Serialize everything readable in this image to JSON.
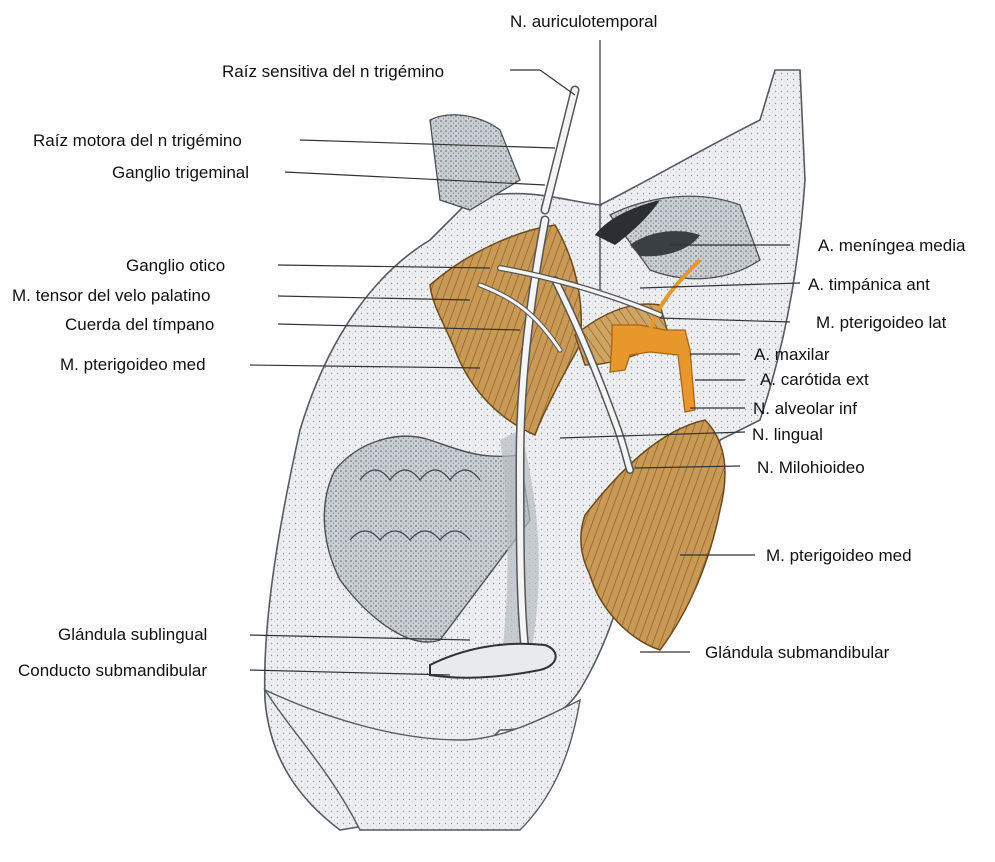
{
  "diagram": {
    "labels_left": [
      {
        "id": "raiz-sensitiva",
        "text": "Raíz sensitiva del n trigémino"
      },
      {
        "id": "raiz-motora",
        "text": "Raíz motora del n trigémino"
      },
      {
        "id": "ganglio-trigeminal",
        "text": "Ganglio trigeminal"
      },
      {
        "id": "ganglio-otico",
        "text": "Ganglio otico"
      },
      {
        "id": "tensor-velo",
        "text": "M. tensor del velo palatino"
      },
      {
        "id": "cuerda-timpano",
        "text": "Cuerda del tímpano"
      },
      {
        "id": "pterigoideo-med-left",
        "text": "M. pterigoideo med"
      },
      {
        "id": "glandula-sublingual",
        "text": "Glándula sublingual"
      },
      {
        "id": "conducto-submandibular",
        "text": "Conducto submandibular"
      }
    ],
    "label_top": {
      "id": "auriculotemporal",
      "text": "N. auriculotemporal"
    },
    "labels_right": [
      {
        "id": "meningea-media",
        "text": "A. meníngea media"
      },
      {
        "id": "timpanica-ant",
        "text": "A. timpánica ant"
      },
      {
        "id": "pterigoideo-lat",
        "text": "M. pterigoideo lat"
      },
      {
        "id": "maxilar",
        "text": "A. maxilar"
      },
      {
        "id": "carotida-ext",
        "text": "A. carótida ext"
      },
      {
        "id": "alveolar-inf",
        "text": "N. alveolar inf"
      },
      {
        "id": "lingual",
        "text": "N. lingual"
      },
      {
        "id": "milohioideo",
        "text": "N. Milohioideo"
      },
      {
        "id": "pterigoideo-med-right",
        "text": "M. pterigoideo med"
      },
      {
        "id": "glandula-submandibular",
        "text": "Glándula submandibular"
      }
    ]
  },
  "colors": {
    "muscle": "#c89a55",
    "muscle_dark": "#8a5e26",
    "artery": "#e8982a",
    "bone": "#e9ecef",
    "bone_shade": "#9aa0a6",
    "nerve": "#f4f4f4",
    "ink": "#222222"
  }
}
